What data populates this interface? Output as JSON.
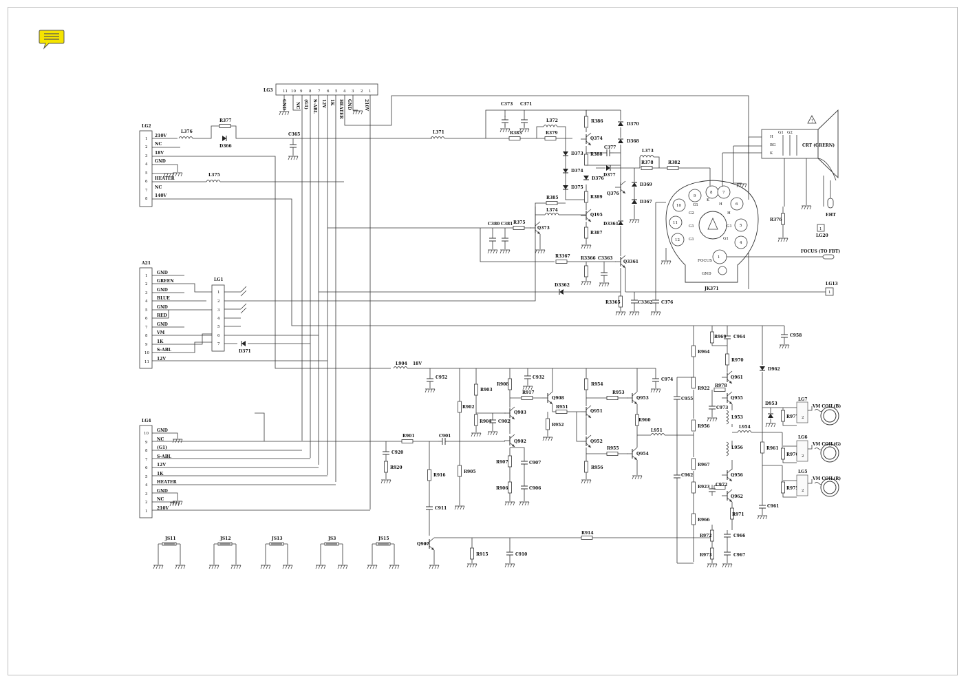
{
  "note_icon": "sticky-note-icon",
  "colors": {
    "wire": "#333333",
    "note": "#f5e400",
    "frame": "#bdbdbd"
  },
  "lg2": {
    "ref": "LG2",
    "pins": [
      "1",
      "2",
      "3",
      "4",
      "5",
      "6",
      "7",
      "8"
    ],
    "labels": [
      "210V",
      "NC",
      "18V",
      "GND",
      "",
      "HEATER",
      "NC",
      "140V"
    ]
  },
  "lg3": {
    "ref": "LG3",
    "pins": [
      "11",
      "10",
      "9",
      "8",
      "7",
      "6",
      "5",
      "4",
      "3",
      "2",
      "1"
    ],
    "labels": [
      "GND",
      "NC",
      "(G1)",
      "S-ABL",
      "12V",
      "1K",
      "HEATER",
      "GND",
      "210V"
    ]
  },
  "a21": {
    "ref": "A21",
    "pins": [
      "1",
      "2",
      "3",
      "4",
      "5",
      "6",
      "7",
      "8",
      "9",
      "10",
      "11"
    ],
    "labels": [
      "GND",
      "GREEN",
      "GND",
      "BLUE",
      "GND",
      "RED",
      "GND",
      "VM",
      "1K",
      "S-ABL",
      "12V"
    ]
  },
  "lg1": {
    "ref": "LG1",
    "pins": [
      "1",
      "2",
      "3",
      "4",
      "5",
      "6",
      "7"
    ]
  },
  "lg4": {
    "ref": "LG4",
    "pins": [
      "10",
      "9",
      "8",
      "7",
      "6",
      "5",
      "4",
      "3",
      "2",
      "1"
    ],
    "labels": [
      "GND",
      "NC",
      "(G1)",
      "S-ABL",
      "12V",
      "1K",
      "HEATER",
      "GND",
      "NC",
      "210V"
    ]
  },
  "crt": {
    "title": "CRT (GRERN)",
    "pins": [
      "H",
      "BG",
      "K"
    ],
    "grids": [
      "G1",
      "G2"
    ],
    "eht": "EHT",
    "lg20": "LG20",
    "lg20_pin": "1",
    "focus": "FOCUS (TO FBT)"
  },
  "socket": {
    "ref": "JK371",
    "pins": [
      "8",
      "7",
      "9",
      "6",
      "10",
      "11",
      "5",
      "12",
      "4"
    ],
    "labels": [
      "K",
      "H",
      "G1",
      "G2",
      "H",
      "G1",
      "G1",
      "G1",
      "G1",
      "FOCUS",
      "GND"
    ],
    "focus_pin": "1"
  },
  "lg13": {
    "ref": "LG13",
    "pin": "1"
  },
  "net": {
    "v18": "18V"
  },
  "jumpers": [
    "JS11",
    "JS12",
    "JS13",
    "JS3",
    "JS15"
  ],
  "vm": {
    "coils": [
      "VM COIL(B)",
      "VM COIL(G)",
      "VM COIL(R)"
    ],
    "conn": [
      "LG7",
      "LG6",
      "LG5"
    ],
    "pin": "2"
  },
  "components": {
    "L376": "L376",
    "R377": "R377",
    "D366": "D366",
    "C365": "C365",
    "L375": "L375",
    "L371": "L371",
    "C373": "C373",
    "C371": "C371",
    "L372": "L372",
    "R383": "R383",
    "R379": "R379",
    "R386": "R386",
    "D370": "D370",
    "D368": "D368",
    "Q374": "Q374",
    "D373": "D373",
    "D374": "D374",
    "D375": "D375",
    "C377": "C377",
    "R388": "R388",
    "D376": "D376",
    "D377": "D377",
    "L373": "L373",
    "R378": "R378",
    "R382": "R382",
    "D369": "D369",
    "D367": "D367",
    "Q376": "Q376",
    "R385": "R385",
    "L374": "L374",
    "R389": "R389",
    "Q195": "Q195",
    "R387": "R387",
    "D3361": "D3361",
    "C380": "C380",
    "C381": "C381",
    "R375": "R375",
    "Q373": "Q373",
    "R3367": "R3367",
    "R3366": "R3366",
    "C3363": "C3363",
    "Q3361": "Q3361",
    "D3362": "D3362",
    "R3365": "R3365",
    "C3362": "C3362",
    "C376": "C376",
    "R376": "R376",
    "D371": "D371",
    "C958": "C958",
    "R969": "R969",
    "C964": "C964",
    "R964": "R964",
    "R970": "R970",
    "D962": "D962",
    "Q961": "Q961",
    "R922": "R922",
    "R978": "R978",
    "Q955": "Q955",
    "C955": "C955",
    "C973": "C973",
    "L953": "L953",
    "D953": "D953",
    "R977": "R977",
    "R956a": "R956",
    "L954": "L954",
    "L956": "L956",
    "R961": "R961",
    "R976": "R976",
    "R967": "R967",
    "C962": "C962",
    "Q956": "Q956",
    "R923": "R923",
    "C972": "C972",
    "Q962": "Q962",
    "R975": "R975",
    "C961": "C961",
    "R966": "R966",
    "R971": "R971",
    "R972": "R972",
    "C966": "C966",
    "R973": "R973",
    "C967": "C967",
    "L904": "L904",
    "C952": "C952",
    "R903": "R903",
    "R908": "R908",
    "C932": "C932",
    "R954": "R954",
    "C974": "C974",
    "R917": "R917",
    "Q908": "Q908",
    "R953": "R953",
    "Q953": "Q953",
    "R902": "R902",
    "R904": "R904",
    "C902": "C902",
    "Q903": "Q903",
    "R951": "R951",
    "Q951": "Q951",
    "R952": "R952",
    "R960": "R960",
    "L951": "L951",
    "R901": "R901",
    "C901": "C901",
    "C920": "C920",
    "R920": "R920",
    "Q902": "Q902",
    "Q952": "Q952",
    "R955": "R955",
    "Q954": "Q954",
    "R916": "R916",
    "R905": "R905",
    "R907": "R907",
    "C907": "C907",
    "R956b": "R956",
    "R906": "R906",
    "C906": "C906",
    "C911": "C911",
    "Q907": "Q907",
    "R914": "R914",
    "R915": "R915",
    "C910": "C910"
  }
}
